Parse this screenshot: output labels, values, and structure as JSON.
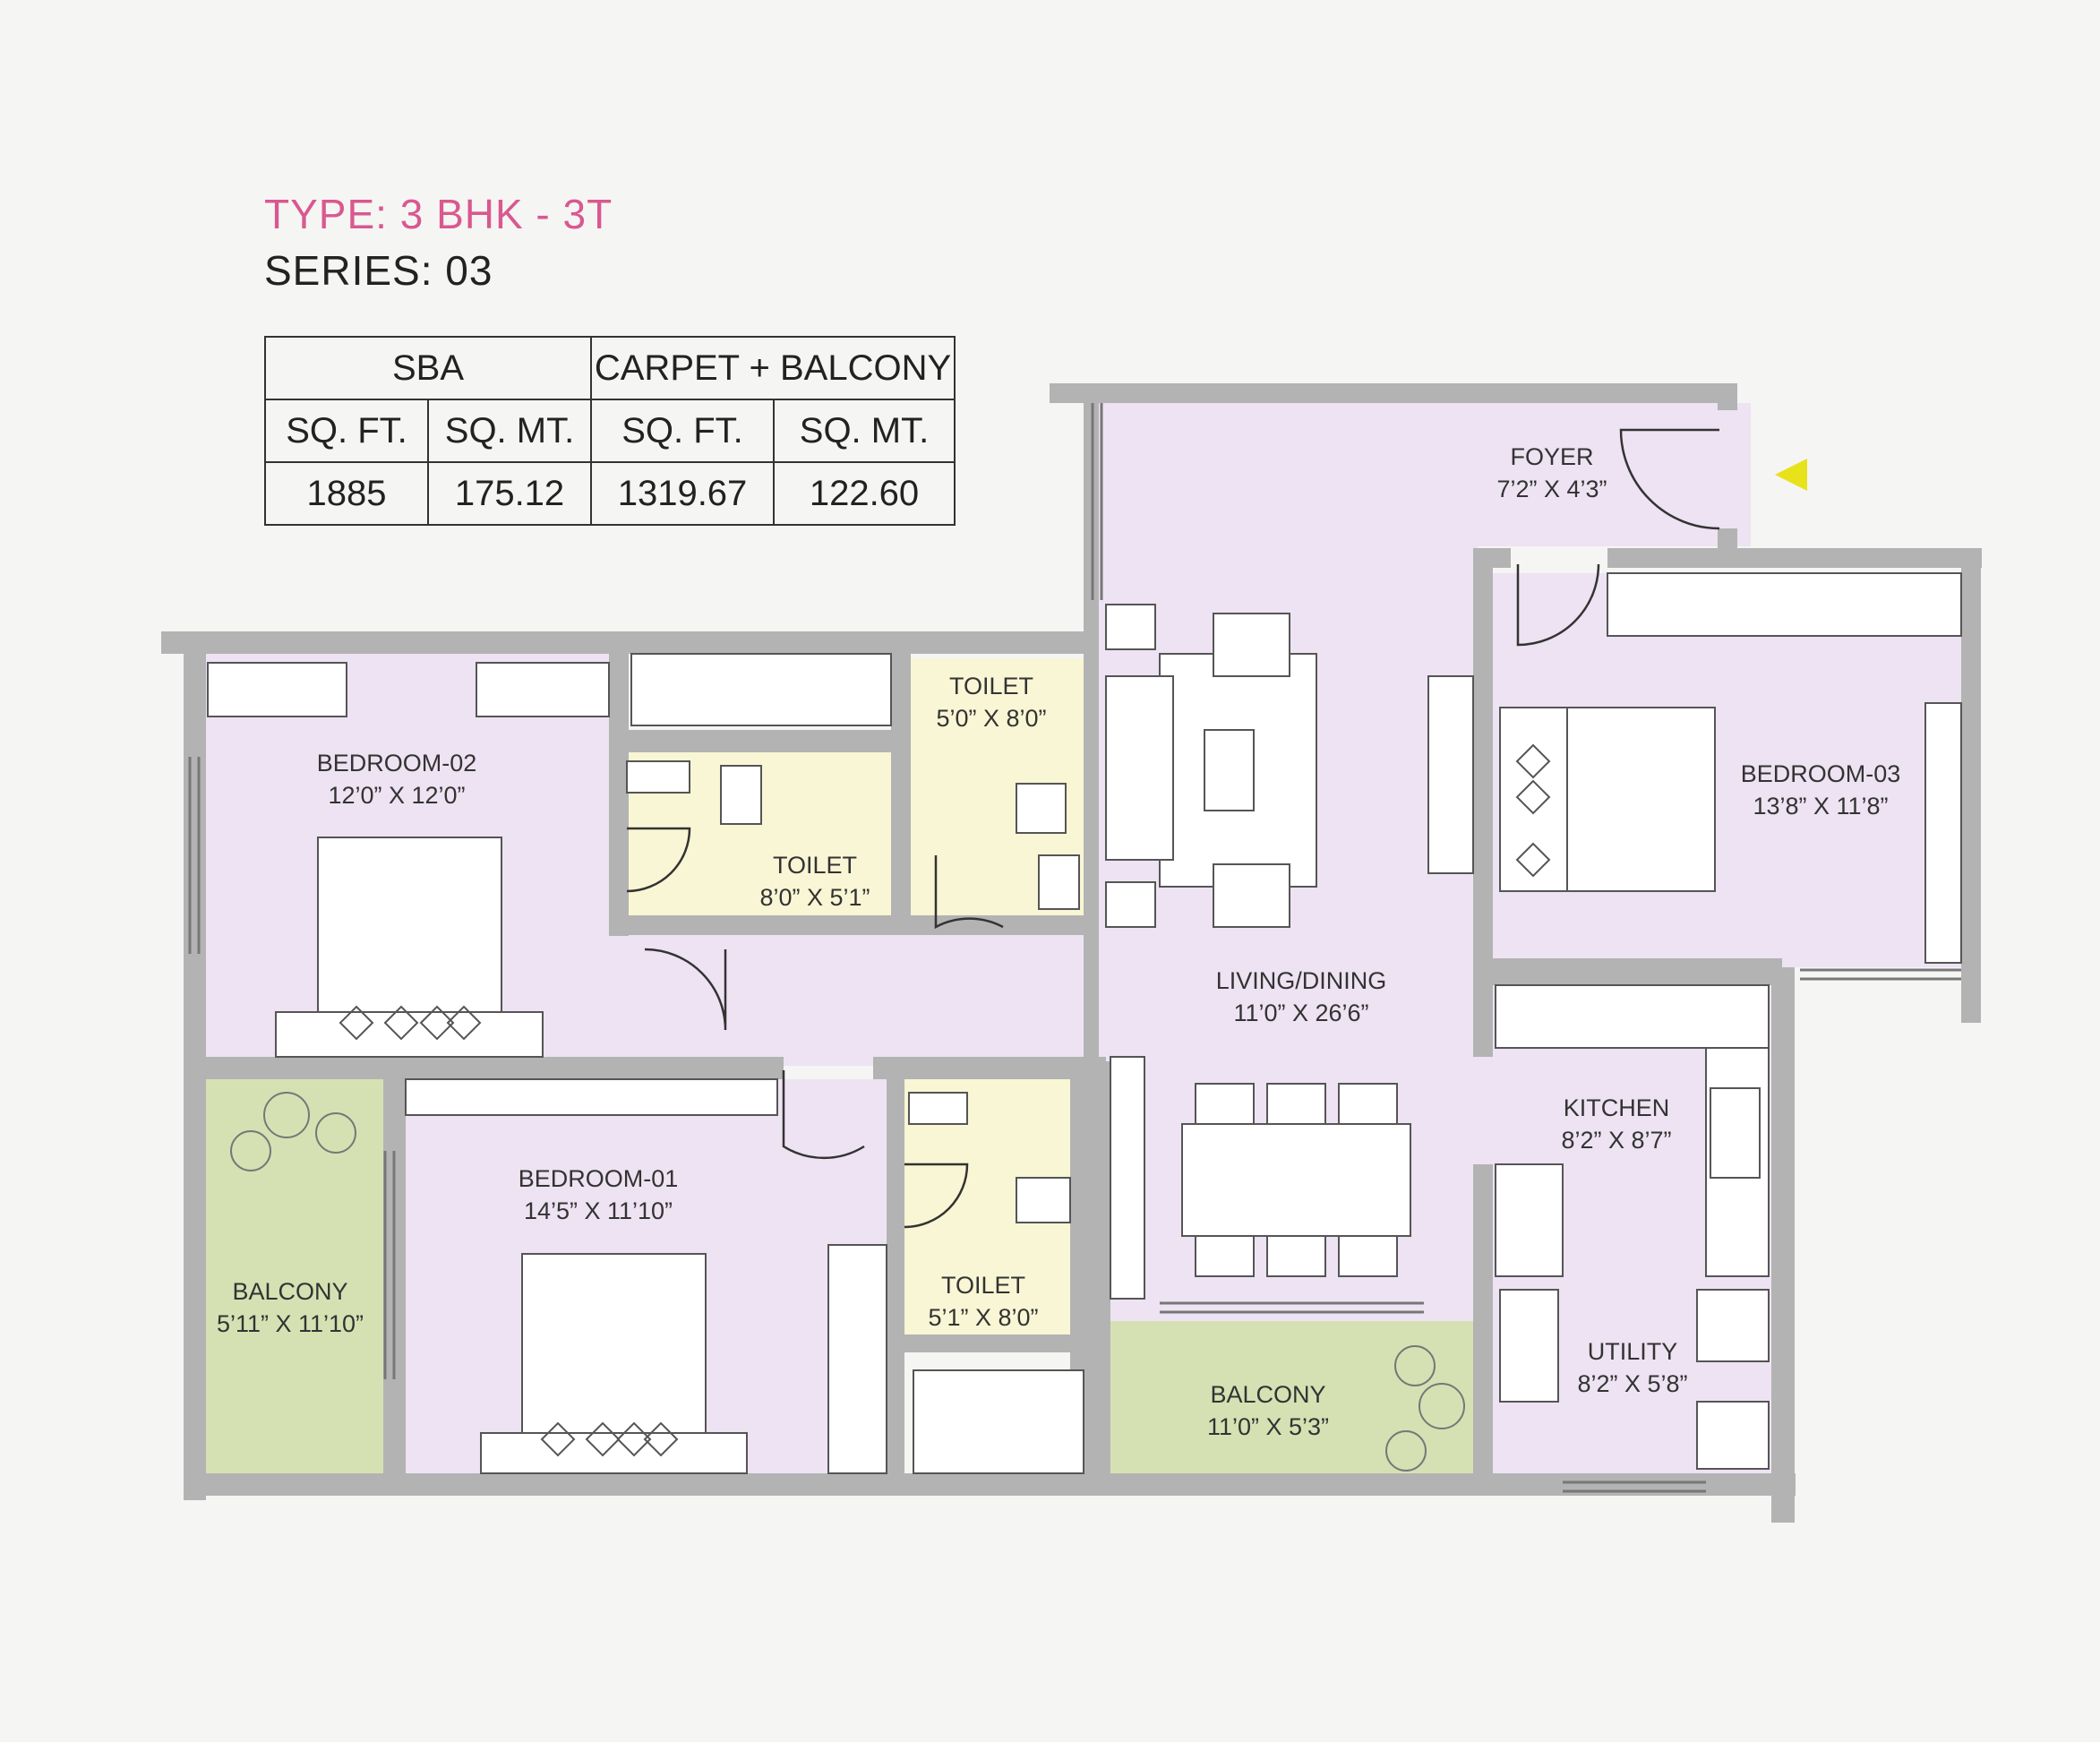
{
  "header": {
    "type": "TYPE: 3 BHK - 3T",
    "series": "SERIES: 03"
  },
  "area_table": {
    "groups": [
      "SBA",
      "CARPET + BALCONY"
    ],
    "units": [
      "SQ. FT.",
      "SQ. MT.",
      "SQ. FT.",
      "SQ. MT."
    ],
    "values": [
      "1885",
      "175.12",
      "1319.67",
      "122.60"
    ]
  },
  "rooms": {
    "foyer": {
      "name": "FOYER",
      "size": "7’2” X 4’3”"
    },
    "bedroom02": {
      "name": "BEDROOM-02",
      "size": "12’0” X 12’0”"
    },
    "toilet_top": {
      "name": "TOILET",
      "size": "5’0” X 8’0”"
    },
    "toilet_mid": {
      "name": "TOILET",
      "size": "8’0” X 5’1”"
    },
    "bedroom03": {
      "name": "BEDROOM-03",
      "size": "13’8” X 11’8”"
    },
    "living": {
      "name": "LIVING/DINING",
      "size": "11’0” X 26’6”"
    },
    "kitchen": {
      "name": "KITCHEN",
      "size": "8’2” X 8’7”"
    },
    "bedroom01": {
      "name": "BEDROOM-01",
      "size": "14’5” X 11’10”"
    },
    "balcony_left": {
      "name": "BALCONY",
      "size": "5’11” X 11’10”"
    },
    "toilet_bottom": {
      "name": "TOILET",
      "size": "5’1” X 8’0”"
    },
    "balcony_bottom": {
      "name": "BALCONY",
      "size": "11’0” X 5’3”"
    },
    "utility": {
      "name": "UTILITY",
      "size": "8’2” X 5’8”"
    }
  },
  "colors": {
    "room": "#ede3f2",
    "toilet": "#f8f6d4",
    "balcony": "#d6e1b3",
    "wall": "#b3b3b3",
    "title_accent": "#d9588f",
    "entry_marker": "#e8e21b"
  }
}
